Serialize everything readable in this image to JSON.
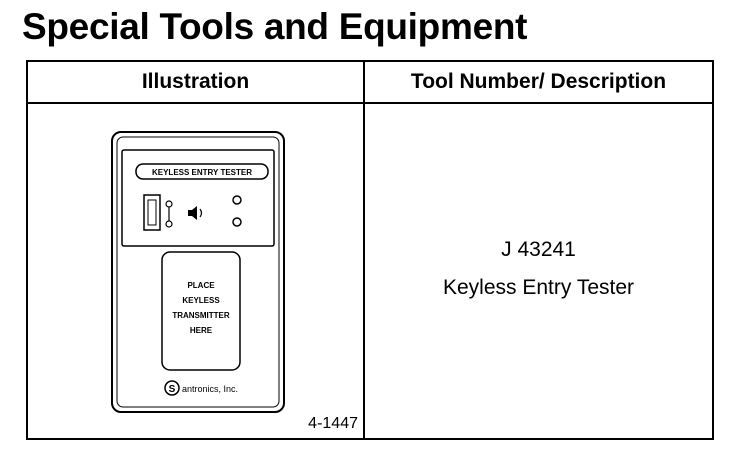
{
  "title": "Special Tools and Equipment",
  "table": {
    "header_illustration": "Illustration",
    "header_tool": "Tool Number/ Description",
    "rows": [
      {
        "tool_number": "J 43241",
        "description": "Keyless Entry Tester",
        "figure_number": "4-1447",
        "device": {
          "label": "KEYLESS ENTRY TESTER",
          "pad_text_1": "PLACE",
          "pad_text_2": "KEYLESS",
          "pad_text_3": "TRANSMITTER",
          "pad_text_4": "HERE",
          "brand": "antronics, Inc."
        }
      }
    ]
  }
}
